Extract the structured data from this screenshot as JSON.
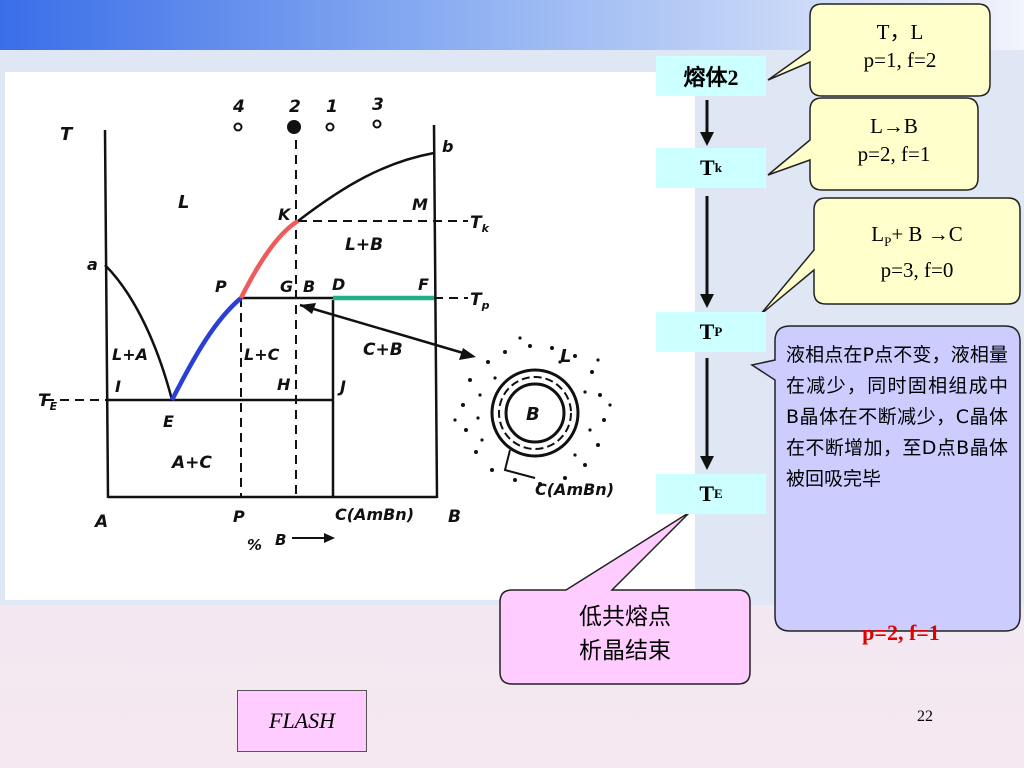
{
  "slide": {
    "page_number": "22",
    "flash_label": "FLASH",
    "colors": {
      "stage_box": "#ccffff",
      "callout": "#ffffcc",
      "note": "#ccccff",
      "end_callout": "#ffccff",
      "result": "#e00000"
    }
  },
  "flow": {
    "melt": "熔体2",
    "tk": {
      "main": "T",
      "sub": "k"
    },
    "tp": {
      "main": "T",
      "sub": "P"
    },
    "te": {
      "main": "T",
      "sub": "E"
    }
  },
  "callouts": {
    "c1": {
      "line1": "T，L",
      "line2": "p=1, f=2"
    },
    "c2": {
      "line1": "L→B",
      "line2": "p=2, f=1"
    },
    "c3": {
      "line1_main": "L",
      "line1_sub": "P",
      "line1_rest": "+ B →C",
      "line2": "p=3, f=0"
    },
    "note": "液相点在P点不变，液相量在减少，同时固相组成中B晶体在不断减少，C晶体在不断增加，至D点B晶体被回吸完毕",
    "result": "p=2, f=1",
    "end_line1": "低共熔点",
    "end_line2": "析晶结束"
  },
  "diagram": {
    "axis_T": "T",
    "top_points": [
      "4",
      "2",
      "1",
      "3"
    ],
    "labels": {
      "a": "a",
      "b": "b",
      "K": "K",
      "M": "M",
      "T_k": "T",
      "T_k_sub": "k",
      "P": "P",
      "G": "G",
      "B": "B",
      "D": "D",
      "F": "F",
      "T_p": "T",
      "T_p_sub": "p",
      "L": "L",
      "L_plus_B": "L+B",
      "L_plus_A": "L+A",
      "L_plus_C": "L+C",
      "C_plus_B": "C+B",
      "I": "I",
      "H": "H",
      "J": "J",
      "E": "E",
      "T_E": "T",
      "T_E_sub": "E",
      "A_plus_C": "A+C",
      "A": "A",
      "P_bottom": "P",
      "C_compound": "C(AmBn)",
      "B_right": "B",
      "percent": "%",
      "B_axis": "B"
    },
    "crystal": {
      "liquid": "L",
      "core": "B",
      "shell": "C(AmBn)"
    }
  }
}
